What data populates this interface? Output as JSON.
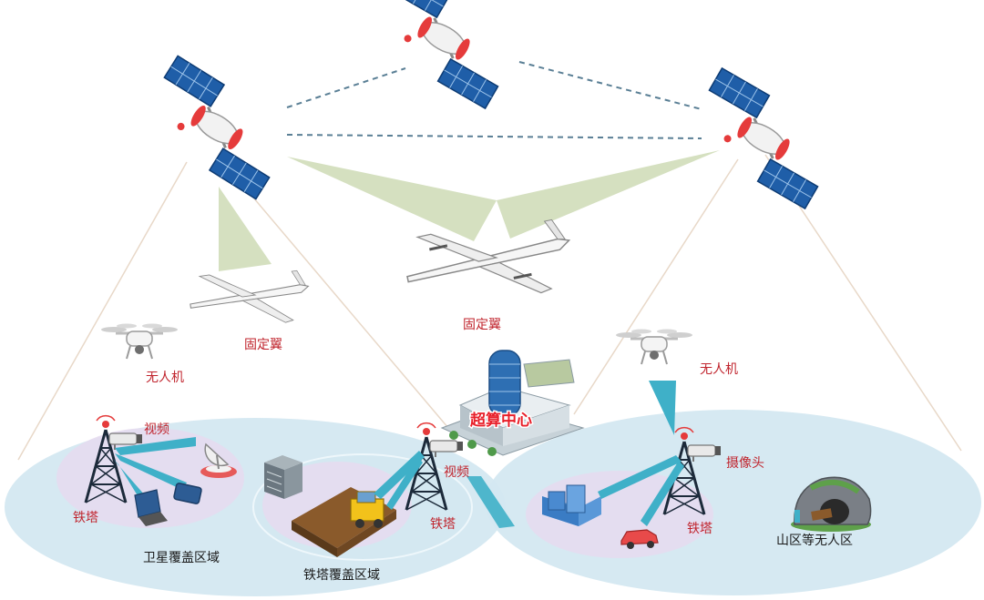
{
  "labels": {
    "fixed_wing_left": "固定翼",
    "fixed_wing_center": "固定翼",
    "drone_left": "无人机",
    "drone_right": "无人机",
    "video_left": "视频",
    "video_center": "视频",
    "tower_left": "铁塔",
    "tower_center": "铁塔",
    "tower_right": "铁塔",
    "camera": "摄像头",
    "supercomputing_center": "超算中心",
    "satellite_coverage": "卫星覆盖区域",
    "tower_coverage": "铁塔覆盖区域",
    "mountain_area": "山区等无人区"
  },
  "colors": {
    "label_red": "#c0242d",
    "label_dark": "#1a1a1a",
    "coverage_blue": "#d4e8f1",
    "zone_purple": "#e6dcef",
    "signal_cyan": "#3fb0c8",
    "beam_green": "#d5e0c0",
    "solar_panel": "#1f5ea8",
    "link_dash": "#5a7f95"
  },
  "icons": [
    "satellite-icon",
    "fixed-wing-drone-icon",
    "quadcopter-icon",
    "cell-tower-icon",
    "satellite-dish-icon",
    "laptop-icon",
    "phone-icon",
    "harvester-icon",
    "server-rack-icon",
    "building-icon",
    "car-icon",
    "cctv-camera-icon",
    "cave-icon"
  ]
}
